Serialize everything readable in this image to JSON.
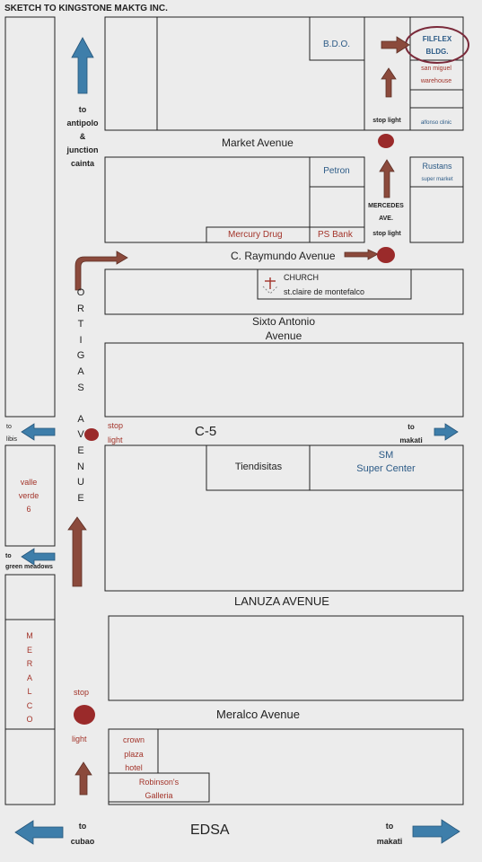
{
  "title": "SKETCH TO KINGSTONE MAKTG INC.",
  "colors": {
    "arrow_blue": "#3e7eaa",
    "arrow_brown": "#8b4a3c",
    "stoplight": "#9a2a2a",
    "text_red": "#a3342a",
    "text_blue": "#2b5a86",
    "outline": "#222222"
  },
  "roads": {
    "market_avenue": "Market Avenue",
    "c_raymundo": "C. Raymundo Avenue",
    "sixto_antonio_line1": "Sixto Antonio",
    "sixto_antonio_line2": "Avenue",
    "c5": "C-5",
    "lanuza": "LANUZA AVENUE",
    "meralco_avenue": "Meralco Avenue",
    "edsa": "EDSA",
    "mercedes_line1": "MERCEDES",
    "mercedes_line2": "AVE.",
    "ortigas_letters": [
      "O",
      "R",
      "T",
      "I",
      "G",
      "A",
      "S",
      "",
      "A",
      "V",
      "E",
      "N",
      "U",
      "E"
    ]
  },
  "directions": {
    "antipolo": [
      "to",
      "antipolo",
      "&",
      "junction",
      "cainta"
    ],
    "libis": [
      "to",
      "libis"
    ],
    "makati_c5": [
      "to",
      "makati"
    ],
    "green_meadows": [
      "to",
      "green meadows"
    ],
    "cubao": [
      "to",
      "cubao"
    ],
    "makati_edsa": [
      "to",
      "makati"
    ]
  },
  "stoplights": {
    "top": "stop light",
    "mercedes": "stop light",
    "c5_line1": "stop",
    "c5_line2": "light",
    "meralco_stop": "stop",
    "meralco_light": "light"
  },
  "landmarks": {
    "bdo": "B.D.O.",
    "filflex_line1": "FILFLEX",
    "filflex_line2": "BLDG.",
    "san_miguel_line1": "san miguel",
    "san_miguel_line2": "warehouse",
    "alfonso_clinic": "alfonso clinic",
    "petron": "Petron",
    "rustans_line1": "Rustans",
    "rustans_line2": "super market",
    "mercury_drug": "Mercury Drug",
    "ps_bank": "PS Bank",
    "church_line1": "CHURCH",
    "church_line2": "st.claire de montefalco",
    "tiendesitas": "Tiendisitas",
    "sm_line1": "SM",
    "sm_line2": "Super Center",
    "valle_verde": [
      "valle",
      "verde",
      "6"
    ],
    "meralco_letters": [
      "M",
      "E",
      "R",
      "A",
      "L",
      "C",
      "O"
    ],
    "crown_plaza": [
      "crown",
      "plaza",
      "hotel"
    ],
    "robinsons": [
      "Robinson's",
      "Galleria"
    ]
  }
}
